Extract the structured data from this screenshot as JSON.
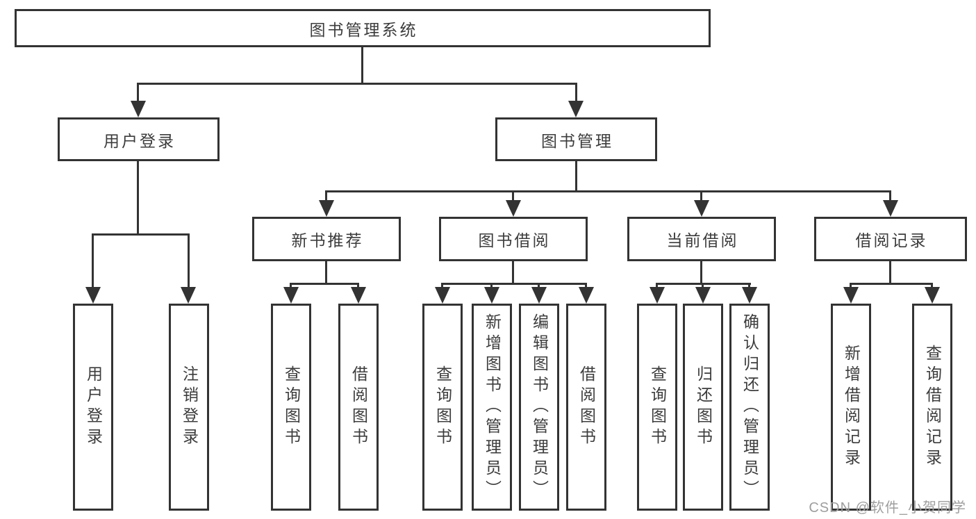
{
  "diagram": {
    "title": "图书管理系统",
    "level2": [
      {
        "id": "user-login",
        "label": "用户登录"
      },
      {
        "id": "book-management",
        "label": "图书管理"
      }
    ],
    "level3": [
      {
        "id": "new-book-recommend",
        "label": "新书推荐"
      },
      {
        "id": "book-borrow",
        "label": "图书借阅"
      },
      {
        "id": "current-borrow",
        "label": "当前借阅"
      },
      {
        "id": "borrow-record",
        "label": "借阅记录"
      }
    ],
    "leaves": [
      {
        "group": "用户登录",
        "label": "用户登录"
      },
      {
        "group": "用户登录",
        "label": "注销登录"
      },
      {
        "group": "新书推荐",
        "label": "查询图书"
      },
      {
        "group": "新书推荐",
        "label": "借阅图书"
      },
      {
        "group": "图书借阅",
        "label": "查询图书"
      },
      {
        "group": "图书借阅",
        "label": "新增图书（管理员）"
      },
      {
        "group": "图书借阅",
        "label": "编辑图书（管理员）"
      },
      {
        "group": "图书借阅",
        "label": "借阅图书"
      },
      {
        "group": "当前借阅",
        "label": "查询图书"
      },
      {
        "group": "当前借阅",
        "label": "归还图书"
      },
      {
        "group": "当前借阅",
        "label": "确认归还（管理员）"
      },
      {
        "group": "借阅记录",
        "label": "新增借阅记录"
      },
      {
        "group": "借阅记录",
        "label": "查询借阅记录"
      }
    ],
    "colors": {
      "line": "#333333",
      "text": "#3c3c3c",
      "watermark": "#9e9e9e"
    }
  },
  "watermark": "CSDN @软件_小贺同学"
}
